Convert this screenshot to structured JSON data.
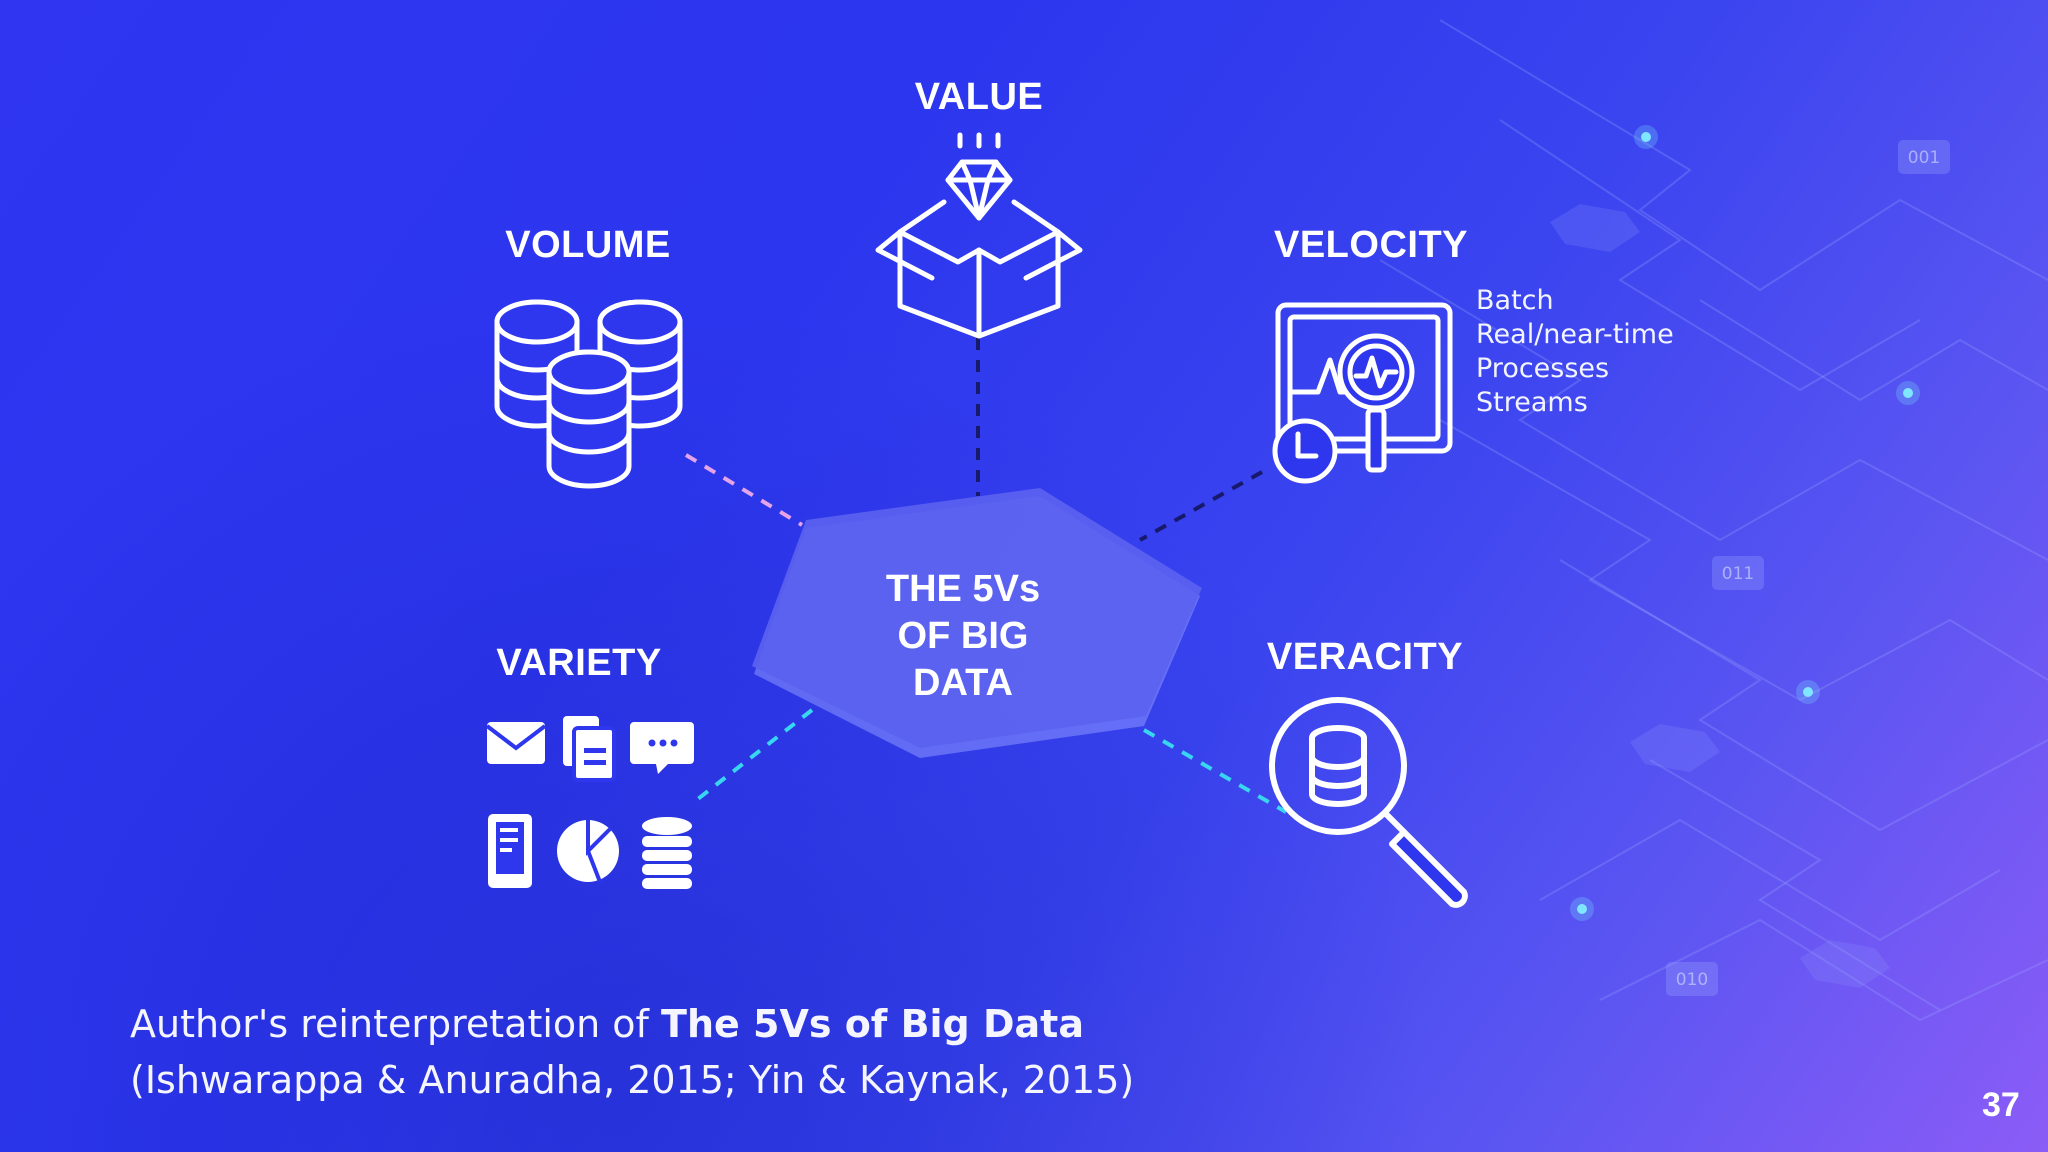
{
  "center": {
    "line1": "THE 5Vs",
    "line2": "OF BIG",
    "line3": "DATA"
  },
  "labels": {
    "value": "VALUE",
    "volume": "VOLUME",
    "velocity": "VELOCITY",
    "variety": "VARIETY",
    "veracity": "VERACITY"
  },
  "velocity_items": [
    "Batch",
    "Real/near-time",
    "Processes",
    "Streams"
  ],
  "caption": {
    "line1_prefix": "Author's reinterpretation of ",
    "line1_bold": "The 5Vs of Big Data",
    "line2": "(Ishwarappa & Anuradha, 2015; Yin & Kaynak, 2015)"
  },
  "page_number": "37",
  "background_badges": [
    "001",
    "011",
    "010"
  ],
  "icons": {
    "value": "diamond-box-icon",
    "volume": "database-stack-icon",
    "velocity": "monitor-magnifier-clock-icon",
    "veracity": "database-magnifier-icon",
    "variety": [
      "mail-icon",
      "documents-icon",
      "chat-icon",
      "mobile-icon",
      "pie-chart-icon",
      "database-icon"
    ]
  },
  "colors": {
    "background_start": "#2f35f0",
    "background_end": "#8b5cf6",
    "hexagon": "#5b62f0",
    "connector_volume": "#e5a4e8",
    "connector_variety": "#38d6f0",
    "connector_veracity": "#38d6f0",
    "connector_value": "#17196a",
    "connector_velocity": "#17196a"
  }
}
